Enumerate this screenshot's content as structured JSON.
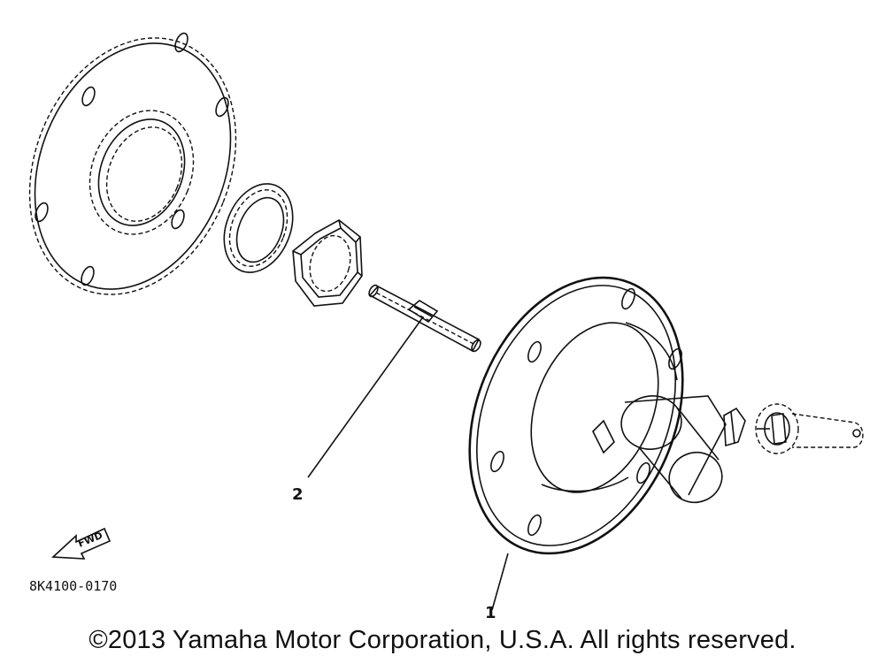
{
  "diagram": {
    "callouts": [
      {
        "id": "callout-1",
        "text": "1"
      },
      {
        "id": "callout-2",
        "text": "2"
      }
    ],
    "fwd_label": "FWD",
    "part_code": "8K4100-0170"
  },
  "footer": {
    "copyright": "©2013 Yamaha Motor Corporation, U.S.A. All rights reserved."
  }
}
